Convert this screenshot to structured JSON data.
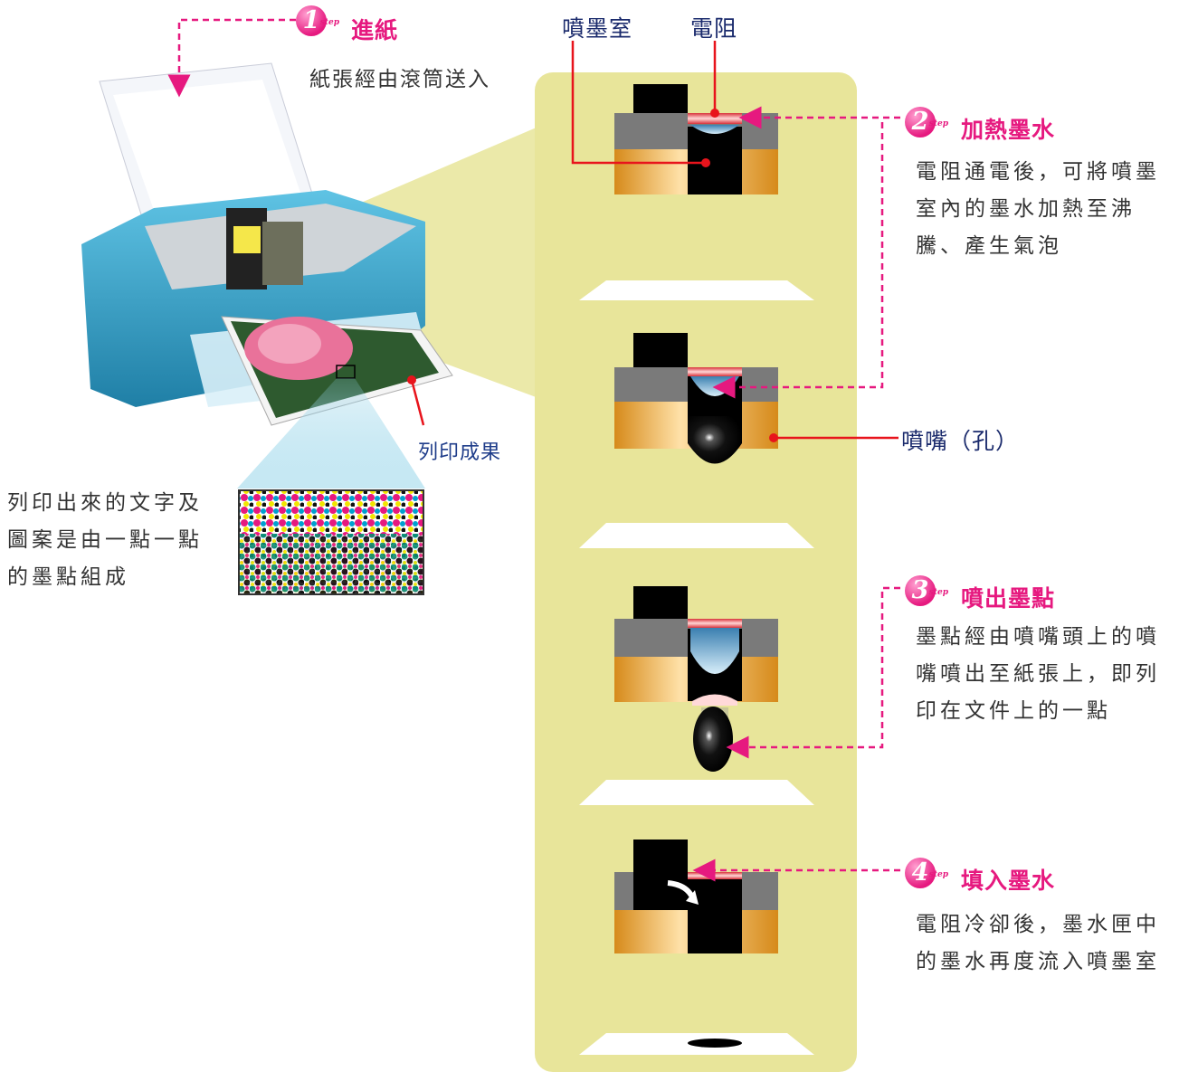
{
  "labels": {
    "ink_chamber": "噴墨室",
    "resistor": "電阻",
    "nozzle": "噴嘴（孔）",
    "print_result": "列印成果"
  },
  "left_note": "列印出來的文字及圖案是由一點一點的墨點組成",
  "steps": [
    {
      "num": "1",
      "sub": "step",
      "title": "進紙",
      "desc": "紙張經由滾筒送入"
    },
    {
      "num": "2",
      "sub": "step",
      "title": "加熱墨水",
      "desc": "電阻通電後，可將噴墨室內的墨水加熱至沸騰、產生氣泡"
    },
    {
      "num": "3",
      "sub": "step",
      "title": "噴出墨點",
      "desc": "墨點經由噴嘴頭上的噴嘴噴出至紙張上，即列印在文件上的一點"
    },
    {
      "num": "4",
      "sub": "step",
      "title": "填入墨水",
      "desc": "電阻冷卻後，墨水匣中的墨水再度流入噴墨室"
    }
  ],
  "colors": {
    "accent": "#e6197f",
    "label": "#1a2a6c",
    "panel": "#e8e59a",
    "pointer": "#e8141c"
  }
}
